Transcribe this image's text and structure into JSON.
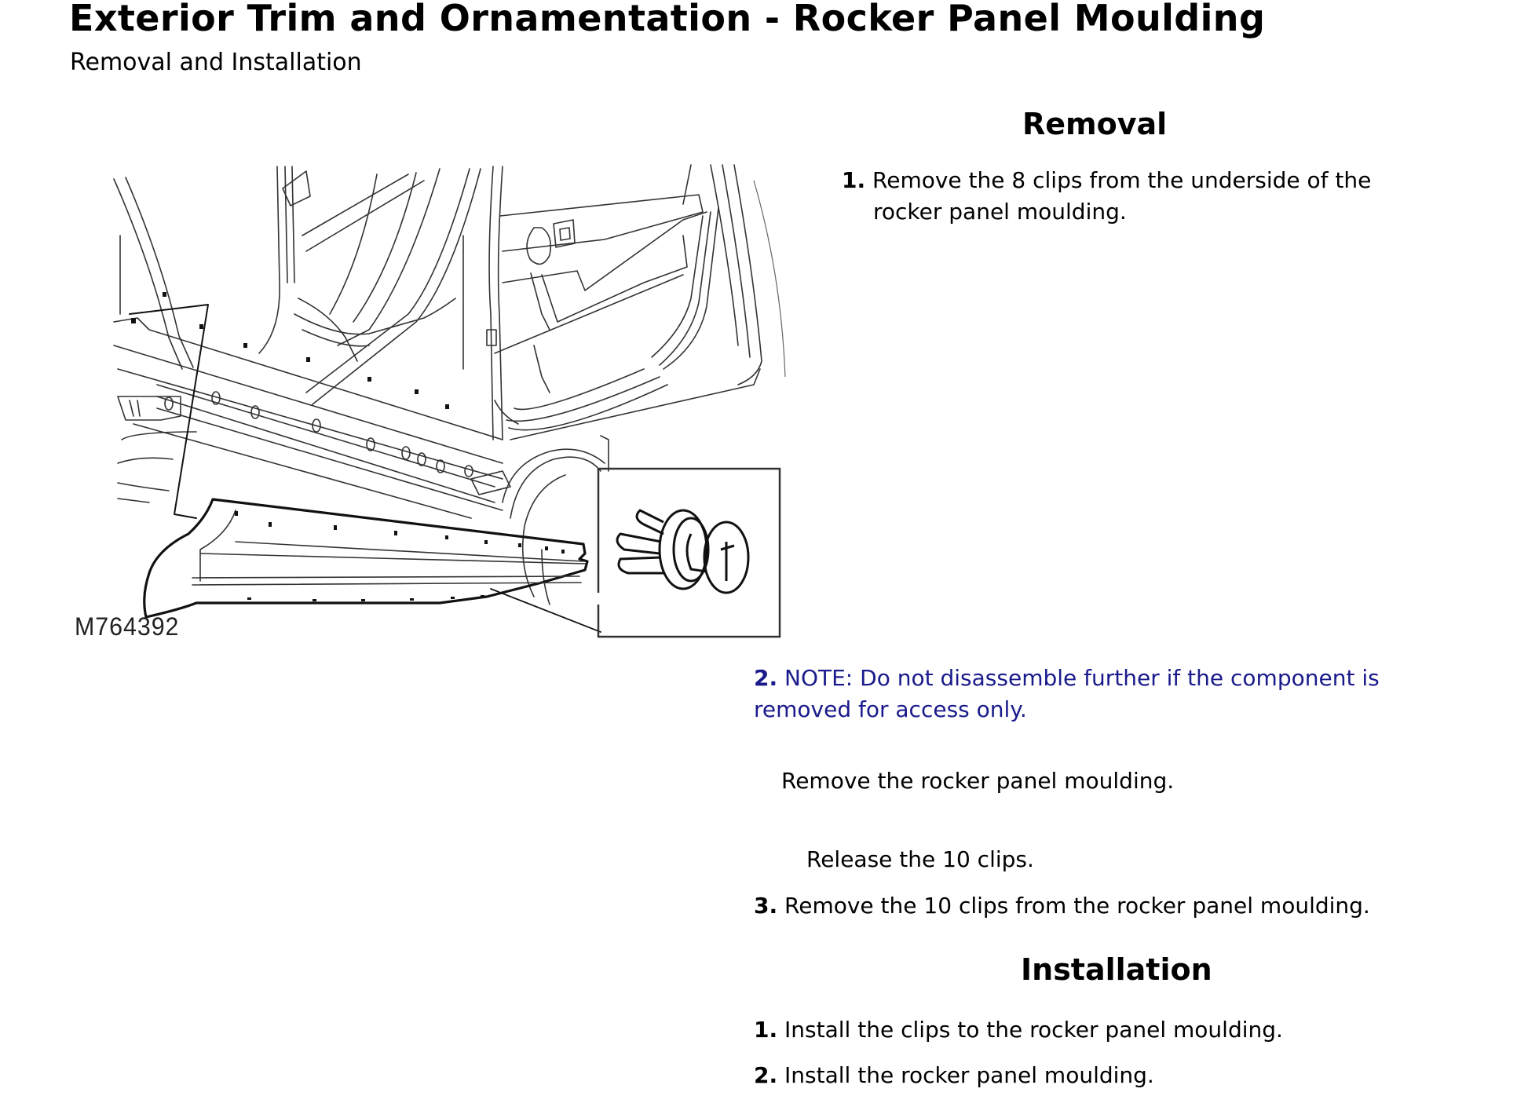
{
  "header": {
    "title": "Exterior Trim and Ornamentation - Rocker Panel Moulding",
    "subtitle": "Removal and Installation"
  },
  "figure": {
    "label": "M764392",
    "description": "Line illustration of rocker panel moulding with clips and inset detail of a clip"
  },
  "colors": {
    "note_text": "#1a1a8c",
    "body_text": "#000000"
  },
  "removal": {
    "heading": "Removal",
    "steps": [
      {
        "number": "1.",
        "line1": "Remove the 8 clips from the underside of the",
        "line2": "rocker panel moulding."
      },
      {
        "number": "2.",
        "line1": "NOTE: Do not disassemble further if the component is",
        "line2": "removed for access only.",
        "sub": [
          "Remove the rocker panel moulding.",
          "Release the 10 clips."
        ]
      },
      {
        "number": "3.",
        "text": "Remove the 10 clips from the rocker panel moulding."
      }
    ]
  },
  "installation": {
    "heading": "Installation",
    "steps": [
      {
        "number": "1.",
        "text": "Install the clips to the rocker panel moulding."
      },
      {
        "number": "2.",
        "text": "Install the rocker panel moulding."
      }
    ]
  }
}
